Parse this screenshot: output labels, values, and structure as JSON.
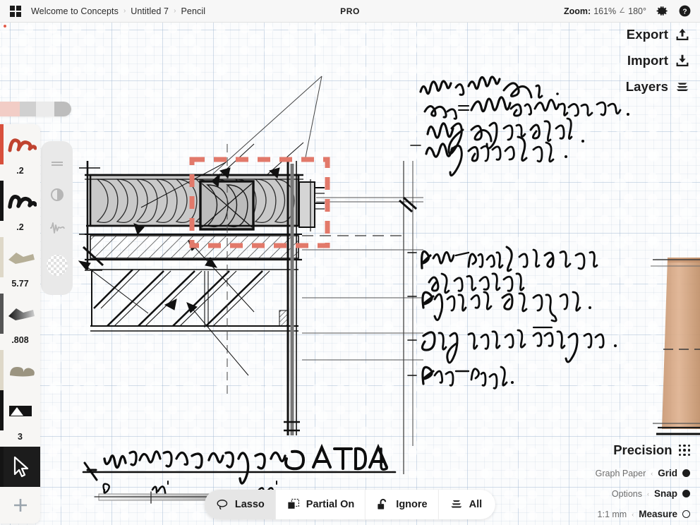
{
  "header": {
    "gallery_icon": "grid-gallery-icon",
    "breadcrumbs": [
      "Welcome to Concepts",
      "Untitled 7",
      "Pencil"
    ],
    "separator": "›",
    "pro_badge": "PRO",
    "zoom_label": "Zoom:",
    "zoom_value": "161%",
    "angle_value": "180°",
    "angle_glyph": "∠",
    "settings_icon": "gear-icon",
    "help_icon": "help-circle-icon"
  },
  "right_menu": [
    {
      "label": "Export",
      "icon": "export-upload-icon"
    },
    {
      "label": "Import",
      "icon": "import-download-icon"
    },
    {
      "label": "Layers",
      "icon": "layers-stack-icon"
    }
  ],
  "precision": {
    "title": "Precision",
    "grip_icon": "grip-dots-icon",
    "rows": [
      {
        "sub": "Graph Paper",
        "caret": "‹",
        "name": "Grid",
        "state": "on"
      },
      {
        "sub": "Options",
        "caret": "‹",
        "name": "Snap",
        "state": "on"
      },
      {
        "sub": "1:1 mm",
        "caret": "‹",
        "name": "Measure",
        "state": "off"
      }
    ]
  },
  "bottom_bar": [
    {
      "label": "Lasso",
      "icon": "lasso-icon",
      "active": true
    },
    {
      "label": "Partial On",
      "icon": "partial-select-icon",
      "active": false
    },
    {
      "label": "Ignore",
      "icon": "unlock-icon",
      "active": false
    },
    {
      "label": "All",
      "icon": "all-layers-icon",
      "active": false
    }
  ],
  "tool_slider": {
    "segments": [
      "#f2cdc6",
      "#d0d0d0",
      "#ebebeb",
      "#d6d6d6"
    ],
    "handle_color": "#bdbdbd"
  },
  "tool_palette": {
    "tools": [
      {
        "name": "red-pen",
        "size": ".2",
        "edge_color": "#d8503c",
        "ink_color": "#c0432f",
        "kind": "pen"
      },
      {
        "name": "black-pen",
        "size": ".2",
        "edge_color": "#141414",
        "ink_color": "#141414",
        "kind": "pen"
      },
      {
        "name": "tan-marker",
        "size": "5.77",
        "edge_color": "#ded8c8",
        "ink_color": "#b0a88e",
        "kind": "marker"
      },
      {
        "name": "black-marker",
        "size": ".808",
        "edge_color": "#555555",
        "ink_color": "#171717",
        "kind": "marker"
      },
      {
        "name": "tan-brush",
        "size": "",
        "edge_color": "#ded8c8",
        "ink_color": "#9b9480",
        "kind": "brush"
      },
      {
        "name": "fill-shape",
        "size": "3",
        "edge_color": "#141414",
        "ink_color": "#141414",
        "kind": "fill"
      },
      {
        "name": "selection-cursor",
        "size": "",
        "edge_color": "#141414",
        "ink_color": "#ffffff",
        "kind": "cursor",
        "selected": true
      }
    ],
    "add_label": "+",
    "add_icon": "plus-icon"
  },
  "sub_panel": [
    {
      "icon": "size-lines-icon"
    },
    {
      "icon": "opacity-half-circle-icon"
    },
    {
      "icon": "smoothing-wave-icon"
    },
    {
      "icon": "transparency-checker-icon"
    }
  ],
  "drawing": {
    "title": "WINDOW SURROUND DETAIL",
    "scale_labels": [
      "0",
      "10”",
      "20”"
    ],
    "notes_top": [
      "70mm x 70mm steel",
      "columns w/ hidden connections",
      "for structural default.",
      "12mm gypsum board."
    ],
    "notes_bottom": [
      "Pre-finished timber",
      "infill wrap.",
      "Plywood sheathing.",
      "Cavity wall insulation.",
      "Face-brick."
    ],
    "selection_color": "#e2796a",
    "brick_color": "#d6a581",
    "insulation_fill": "#c9c9c9",
    "ink_color": "#111111"
  }
}
